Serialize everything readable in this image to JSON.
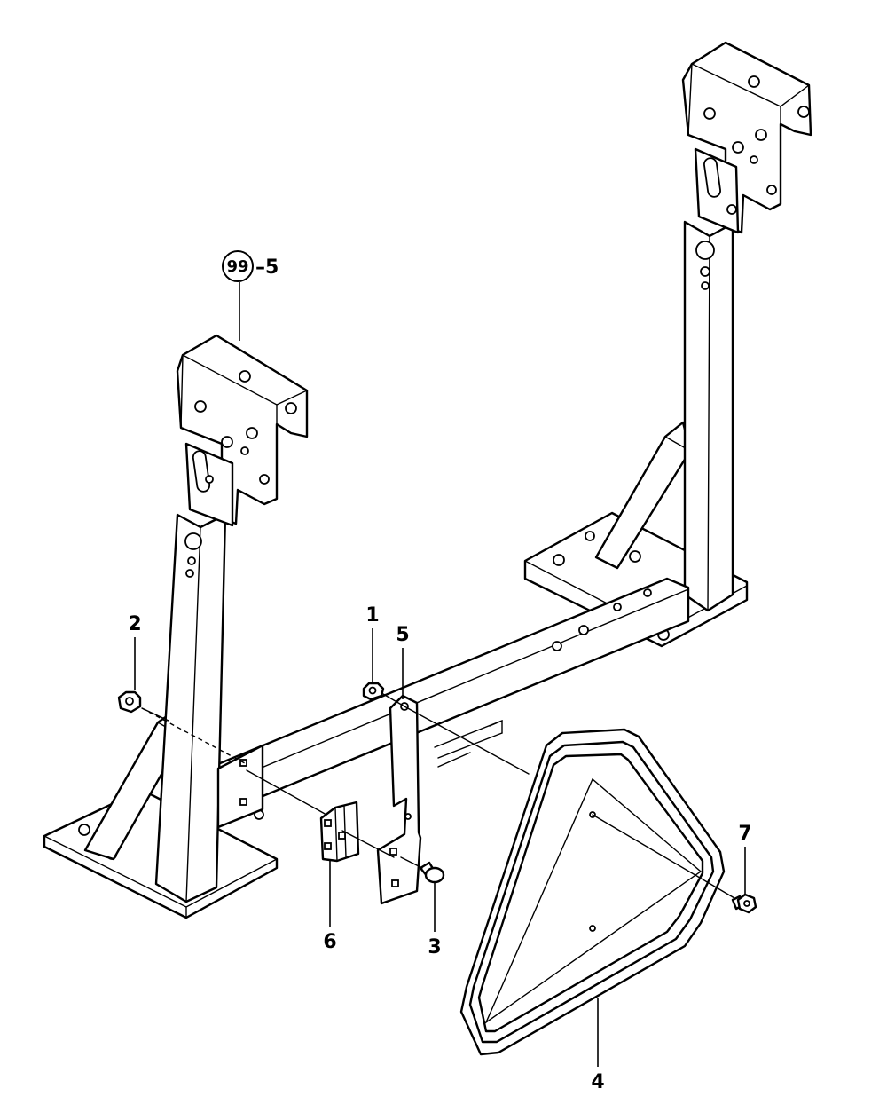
{
  "diagram": {
    "reference_callout": {
      "circled_number": "99",
      "suffix": "–5"
    },
    "callouts": [
      {
        "id": "part-1",
        "label": "1"
      },
      {
        "id": "part-2",
        "label": "2"
      },
      {
        "id": "part-3",
        "label": "3"
      },
      {
        "id": "part-4",
        "label": "4"
      },
      {
        "id": "part-5",
        "label": "5"
      },
      {
        "id": "part-6",
        "label": "6"
      },
      {
        "id": "part-7",
        "label": "7"
      }
    ],
    "colors": {
      "line": "#000000",
      "background": "#ffffff"
    }
  }
}
